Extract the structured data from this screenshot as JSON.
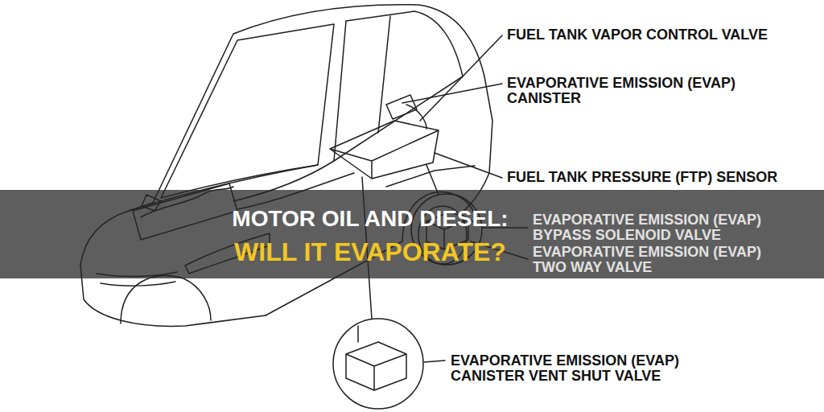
{
  "diagram": {
    "nodes": [
      {
        "text": [
          "MOTOR OIL AND DIESEL:",
          "WILL IT EVAPORATE?"
        ]
      }
    ],
    "labels": [
      "FUEL TANK VAPOR CONTROL VALVE",
      "EVAPORATIVE EMISSION (EVAP) CANISTER",
      "FUEL TANK PRESSURE (FTP) SENSOR",
      "EVAPORATIVE EMISSION (EVAP) BYPASS SOLENOID VALVE",
      "EVAPORATIVE EMISSION (EVAP) TWO WAY VALVE",
      "EVAPORATIVE EMISSION (EVAP) CANISTER VENT SHUT VALVE"
    ]
  }
}
